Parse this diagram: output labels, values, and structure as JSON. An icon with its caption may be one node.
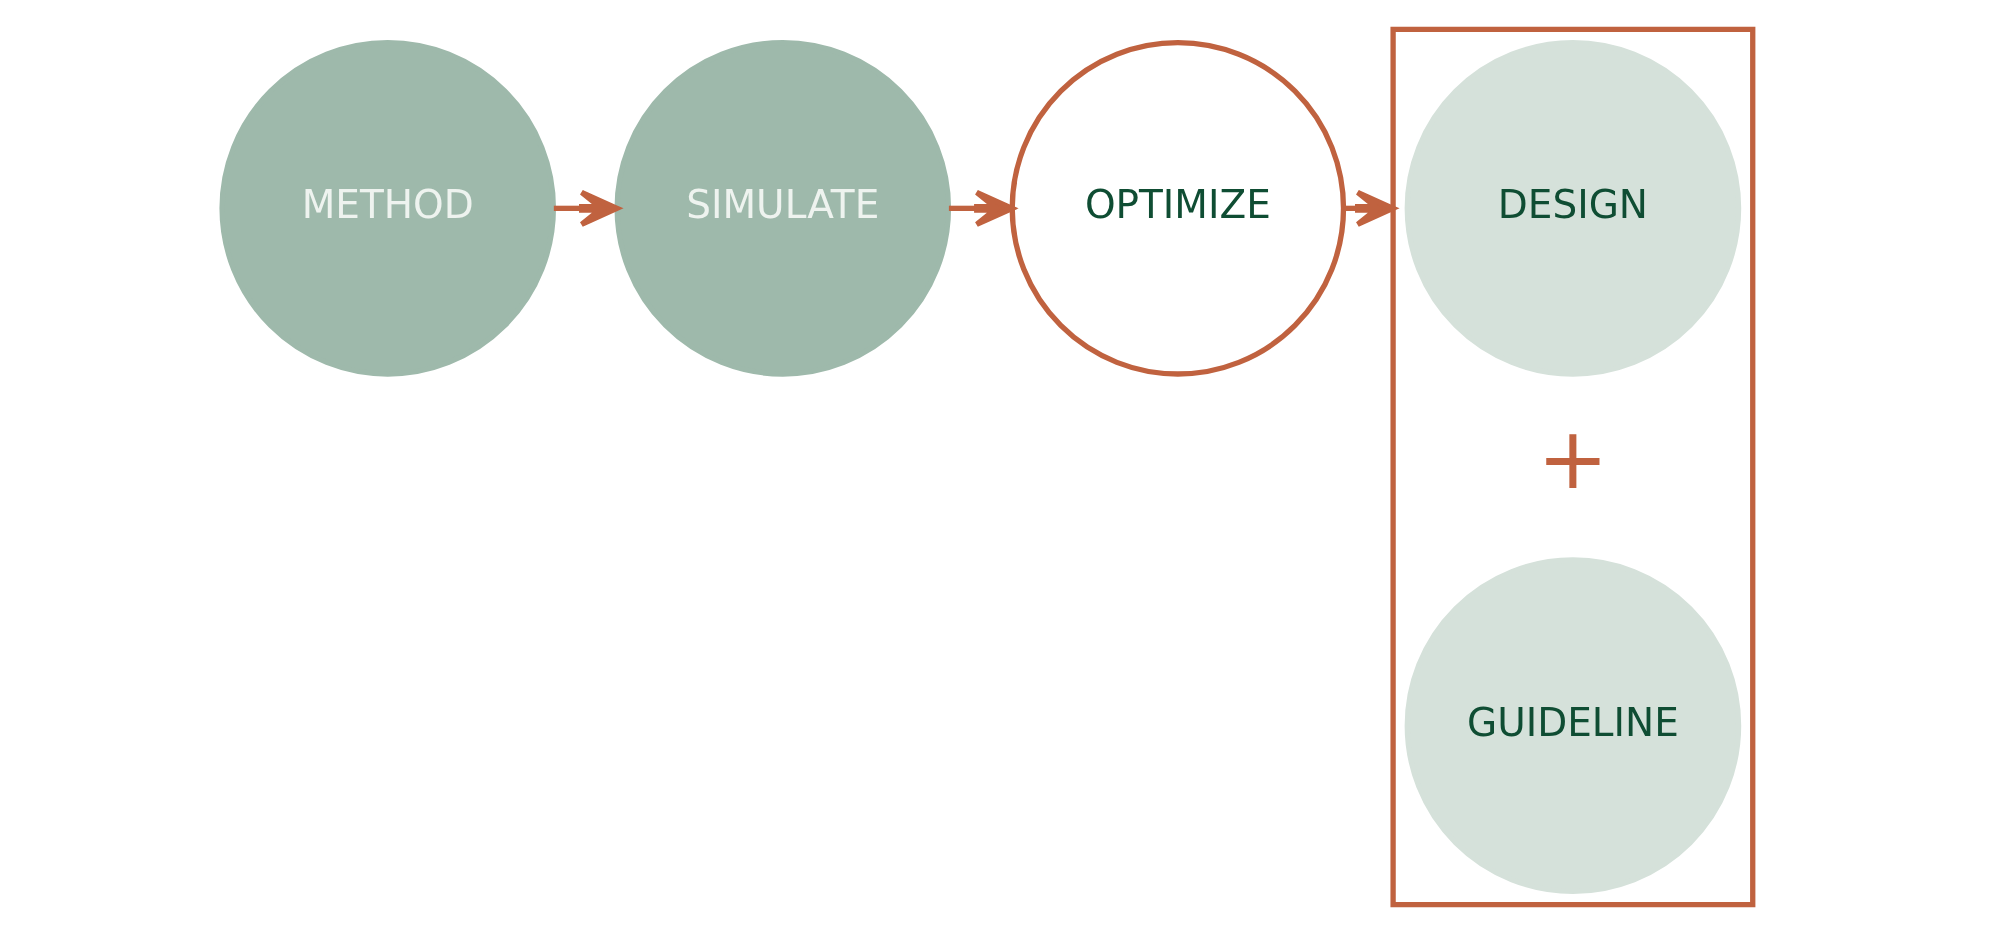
{
  "diagram": {
    "nodes": [
      {
        "text": [
          "METHOD"
        ]
      },
      {
        "text": [
          "SIMULATE"
        ]
      },
      {
        "text": [
          "OPTIMIZE"
        ]
      },
      {
        "text": [],
        "shape": "box"
      },
      {
        "text": [
          "DESIGN"
        ],
        "in": 3
      },
      {
        "text": [
          "GUIDELINE"
        ],
        "in": 3
      }
    ],
    "edges": [
      {
        "from": 0,
        "to": 1,
        "arrow": "to"
      },
      {
        "from": 1,
        "to": 2,
        "arrow": "to"
      },
      {
        "from": 2,
        "to": 3,
        "arrow": "to"
      }
    ],
    "labels": [
      "+"
    ]
  }
}
